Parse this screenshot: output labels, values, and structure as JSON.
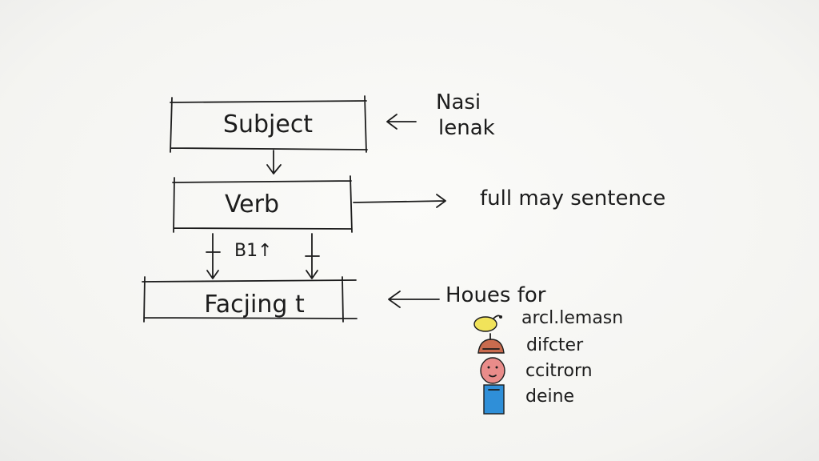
{
  "diagram": {
    "boxes": {
      "subject": "Subject",
      "verb": "Verb",
      "facing": "Facjing t"
    },
    "annotations": {
      "subject_note_line1": "Nasi",
      "subject_note_line2": "lenak",
      "verb_note": "full may sentence",
      "facing_note": "Houes for",
      "between_label": "B1↑"
    },
    "list_items": [
      "arcl.lemasn",
      "difcter",
      "ccitrorn",
      "deine"
    ],
    "colors": {
      "ink": "#1d1d1d",
      "head_yellow": "#f1e35a",
      "hat_brown": "#c96b4e",
      "face_pink": "#e98c8a",
      "body_blue": "#2f8fd8"
    },
    "icons": [
      "yellow-hat-icon",
      "brown-cap-icon",
      "face-icon",
      "blue-body-icon"
    ]
  }
}
